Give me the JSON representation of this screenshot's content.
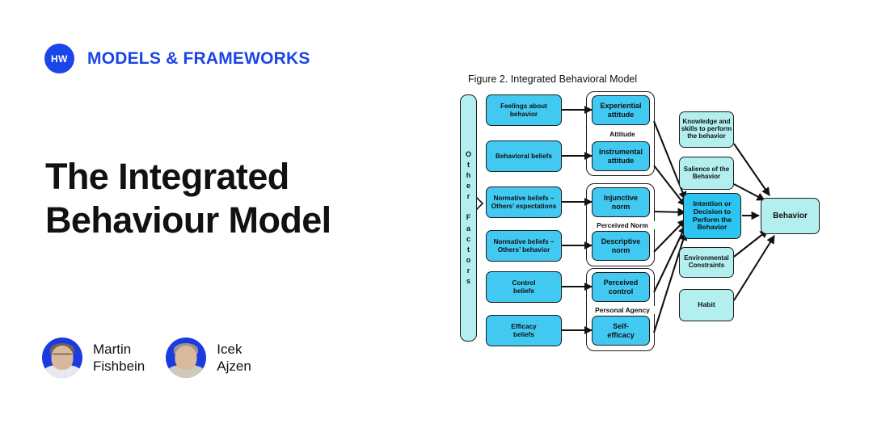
{
  "brand": {
    "logo_text": "HW",
    "logo_color": "#1A45E8",
    "label": "MODELS & FRAMEWORKS"
  },
  "headline": {
    "line1": "The Integrated",
    "line2": "Behaviour Model"
  },
  "authors": [
    {
      "name": "Martin\nFishbein"
    },
    {
      "name": "Icek\nAjzen"
    }
  ],
  "figure": {
    "caption": "Figure 2.  Integrated Behavioral Model",
    "other_factors_label": "Other Factors",
    "colors": {
      "bright": "#41C9F2",
      "light": "#B4EFF0",
      "dark": "#2CC4F0",
      "stroke": "#1b1b1b"
    },
    "determinant_nodes": [
      {
        "id": "feelings",
        "label": "Feelings about\nbehavior"
      },
      {
        "id": "behavioral-beliefs",
        "label": "Behavioral beliefs"
      },
      {
        "id": "normative-expectations",
        "label": "Normative beliefs –\nOthers’ expectations"
      },
      {
        "id": "normative-behavior",
        "label": "Normative beliefs –\nOthers’ behavior"
      },
      {
        "id": "control-beliefs",
        "label": "Control\nbeliefs"
      },
      {
        "id": "efficacy-beliefs",
        "label": "Efficacy\nbeliefs"
      }
    ],
    "construct_nodes": [
      {
        "id": "experiential-attitude",
        "label": "Experiential\nattitude"
      },
      {
        "id": "instrumental-attitude",
        "label": "Instrumental\nattitude"
      },
      {
        "id": "injunctive-norm",
        "label": "Injunctive\nnorm"
      },
      {
        "id": "descriptive-norm",
        "label": "Descriptive\nnorm"
      },
      {
        "id": "perceived-control",
        "label": "Perceived\ncontrol"
      },
      {
        "id": "self-efficacy",
        "label": "Self-\nefficacy"
      }
    ],
    "group_labels": [
      {
        "id": "attitude",
        "label": "Attitude"
      },
      {
        "id": "perceived-norm",
        "label": "Perceived Norm"
      },
      {
        "id": "personal-agency",
        "label": "Personal Agency"
      }
    ],
    "moderator_nodes": [
      {
        "id": "knowledge-skills",
        "label": "Knowledge and\nskills to perform\nthe behavior"
      },
      {
        "id": "salience",
        "label": "Salience of the\nBehavior"
      },
      {
        "id": "environmental-constraints",
        "label": "Environmental\nConstraints"
      },
      {
        "id": "habit",
        "label": "Habit"
      }
    ],
    "intention_node": {
      "id": "intention",
      "label": "Intention or\nDecision to\nPerform the\nBehavior"
    },
    "behavior_node": {
      "id": "behavior",
      "label": "Behavior"
    }
  }
}
